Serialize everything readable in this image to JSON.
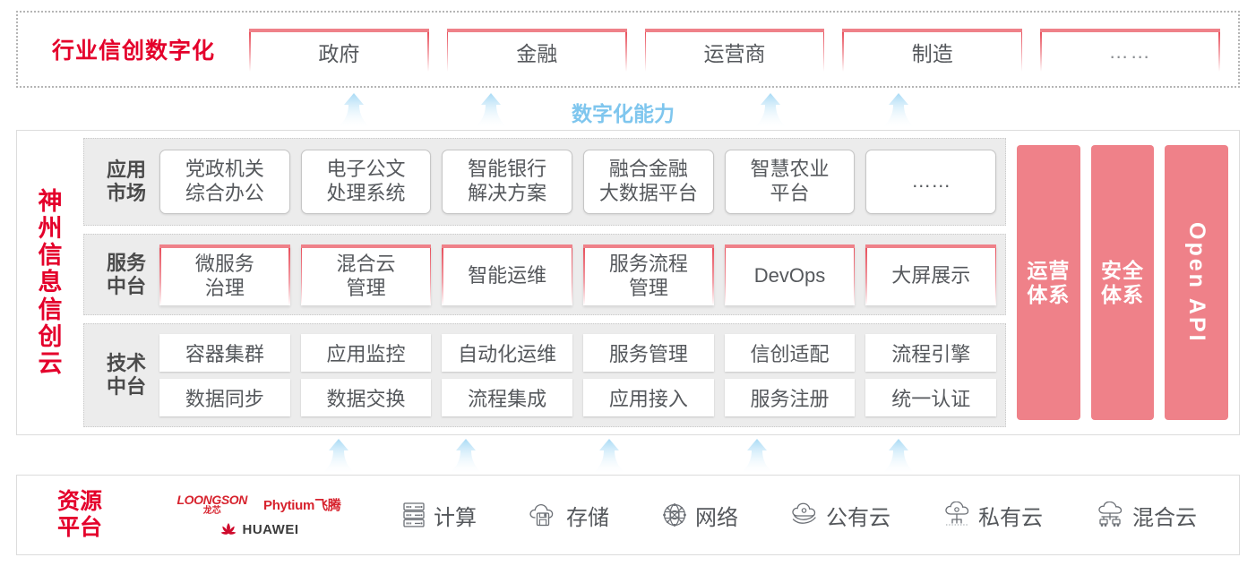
{
  "industry": {
    "title": "行业信创数字化",
    "boxes": [
      {
        "label": "政府"
      },
      {
        "label": "金融"
      },
      {
        "label": "运营商"
      },
      {
        "label": "制造"
      },
      {
        "label": "……"
      }
    ]
  },
  "capability": {
    "label": "数字化能力",
    "arrow_count": 4
  },
  "cloud": {
    "brand_chars": [
      "神",
      "州",
      "信",
      "息",
      "信",
      "创",
      "云"
    ],
    "tiers": [
      {
        "label": "应用\n市场",
        "label_lines": [
          "应用",
          "市场"
        ],
        "cards": [
          "党政机关\n综合办公",
          "电子公文\n处理系统",
          "智能银行\n解决方案",
          "融合金融\n大数据平台",
          "智慧农业\n平台",
          "……"
        ]
      },
      {
        "label": "服务\n中台",
        "label_lines": [
          "服务",
          "中台"
        ],
        "cards": [
          "微服务\n治理",
          "混合云\n管理",
          "智能运维",
          "服务流程\n管理",
          "DevOps",
          "大屏展示"
        ]
      },
      {
        "label": "技术\n中台",
        "label_lines": [
          "技术",
          "中台"
        ],
        "cards_row1": [
          "容器集群",
          "应用监控",
          "自动化运维",
          "服务管理",
          "信创适配",
          "流程引擎"
        ],
        "cards_row2": [
          "数据同步",
          "数据交换",
          "流程集成",
          "应用接入",
          "服务注册",
          "统一认证"
        ]
      }
    ],
    "pillars": [
      {
        "text": "运营体系",
        "orientation": "stacked-cn"
      },
      {
        "text": "安全体系",
        "orientation": "stacked-cn"
      },
      {
        "text": "Open API",
        "orientation": "rotated"
      }
    ]
  },
  "bottom_arrows": {
    "arrow_count": 5
  },
  "resource": {
    "title_lines": [
      "资源",
      "平台"
    ],
    "vendors": [
      {
        "name": "LOONGSON",
        "sub": "龙芯"
      },
      {
        "name": "Phytium飞腾"
      },
      {
        "name": "HUAWEI"
      }
    ],
    "items": [
      {
        "label": "计算",
        "icon": "server-icon"
      },
      {
        "label": "存储",
        "icon": "cloud-storage-icon"
      },
      {
        "label": "网络",
        "icon": "network-globe-icon"
      },
      {
        "label": "公有云",
        "icon": "public-cloud-icon"
      },
      {
        "label": "私有云",
        "icon": "private-cloud-icon"
      },
      {
        "label": "混合云",
        "icon": "hybrid-cloud-icon"
      }
    ]
  },
  "colors": {
    "brand_red": "#e4002b",
    "pink": "#ef8189",
    "arrow_blue": "#bfe2f7",
    "text_gray": "#55585c",
    "tier_bg": "#ececec"
  }
}
